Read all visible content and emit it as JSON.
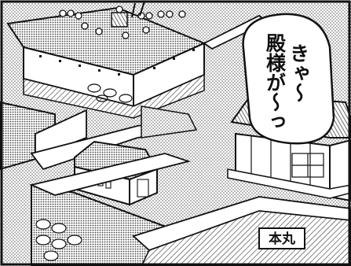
{
  "speech_bubble": {
    "column_1": "きゃ〜",
    "column_2": "殿様が〜っ"
  },
  "location_label": "本丸",
  "colors": {
    "ink": "#111111",
    "paper": "#ffffff",
    "screentone": "#8a8a8a"
  }
}
